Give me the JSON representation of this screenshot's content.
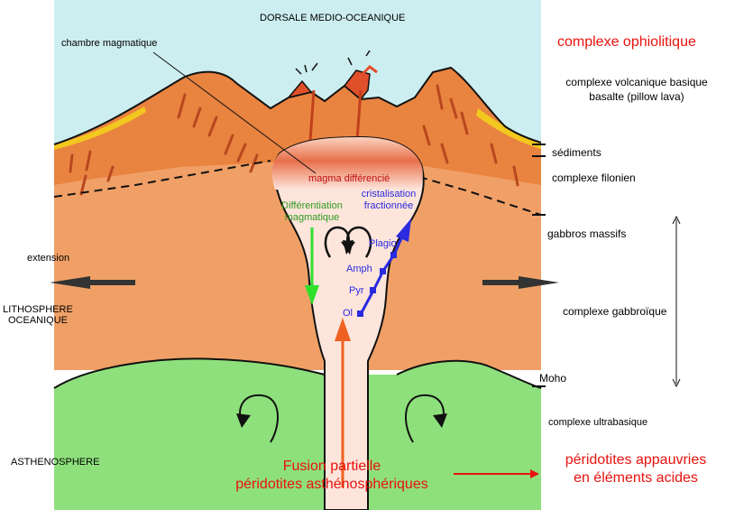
{
  "labels": {
    "ridge": "DORSALE MEDIO-OCEANIQUE",
    "magma_chamber": "chambre magmatique",
    "ophiolite": "complexe ophiolitique",
    "volcanic_complex": "complexe volcanique basique",
    "basalt": "basalte (pillow lava)",
    "sediments": "séd​iments",
    "dike_complex": "complexe filonien",
    "massive_gabbros": "gabbros massifs",
    "gabbro_complex": "complexe gabbroïque",
    "moho": "Moho",
    "ultrabasic": "complexe ultrabasique",
    "extension": "extension",
    "lithosphere_1": "LITHOSPHERE",
    "lithosphere_2": "OCEANIQUE",
    "asthenosphere": "ASTHENOSPHERE",
    "differentiated_magma": "magma différencié",
    "differentiation_1": "Différentiation",
    "differentiation_2": "magmatique",
    "crystallisation_1": "cristalisation",
    "crystallisation_2": "fractionnée",
    "plagio": "Plagio",
    "amph": "Amph",
    "pyr": "Pyr",
    "ol": "Ol",
    "partial_melting_1": "Fusion partielle",
    "partial_melting_2": "péridotites asthénosphériques",
    "depleted_1": "péridotites appauvries",
    "depleted_2": "en éléments acides"
  },
  "colors": {
    "ocean": "#cdeef0",
    "crust": "#f0a066",
    "ridge_crust": "#e8803c",
    "mantle": "#8ee07c",
    "chamber": "#fde5dc",
    "lava": "#e0502a",
    "sediment": "#f2c81e",
    "dike": "#b8471e",
    "arrow_dark": "#333333",
    "arrow_red": "#e8120e",
    "arrow_orange": "#f06020",
    "arrow_green": "#2fe02a",
    "arrow_blue": "#2a2ae0"
  }
}
